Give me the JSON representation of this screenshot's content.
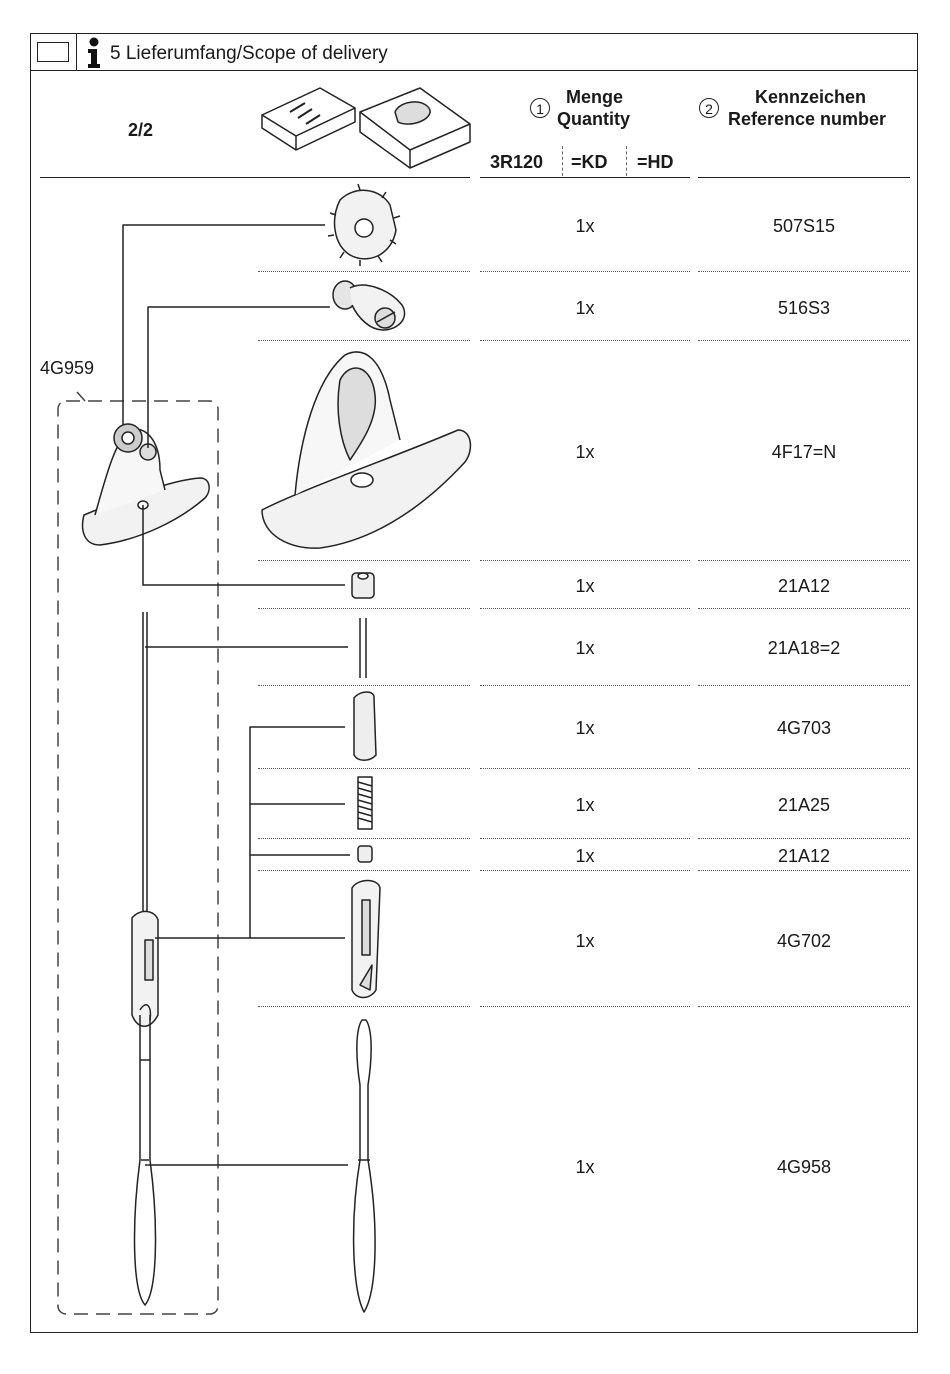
{
  "header": {
    "title": "5 Lieferumfang/Scope of delivery"
  },
  "columns": {
    "page": "2/2",
    "quantity_num": "1",
    "quantity_de": "Menge",
    "quantity_en": "Quantity",
    "reference_num": "2",
    "reference_de": "Kennzeichen",
    "reference_en": "Reference number",
    "sub": [
      "3R120",
      "=KD",
      "=HD"
    ]
  },
  "assembly_label": "4G959",
  "rows": [
    {
      "qty": "1x",
      "ref": "507S15"
    },
    {
      "qty": "1x",
      "ref": "516S3"
    },
    {
      "qty": "1x",
      "ref": "4F17=N"
    },
    {
      "qty": "1x",
      "ref": "21A12"
    },
    {
      "qty": "1x",
      "ref": "21A18=2"
    },
    {
      "qty": "1x",
      "ref": "4G703"
    },
    {
      "qty": "1x",
      "ref": "21A25"
    },
    {
      "qty": "1x",
      "ref": "21A12"
    },
    {
      "qty": "1x",
      "ref": "4G702"
    },
    {
      "qty": "1x",
      "ref": "4G958"
    }
  ]
}
